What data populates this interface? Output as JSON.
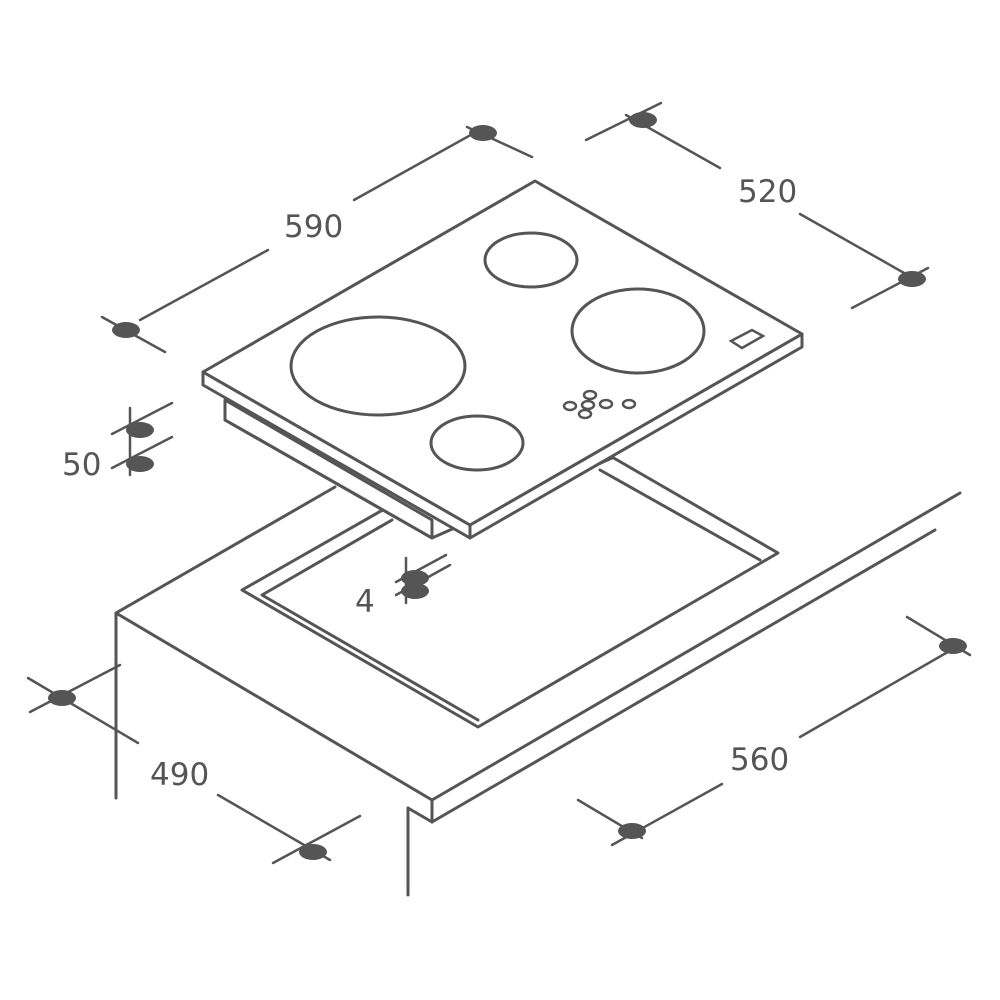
{
  "dimensions": {
    "hob_width": "590",
    "hob_depth": "520",
    "hob_height": "50",
    "glass_thickness": "4",
    "cutout_depth": "490",
    "cutout_width": "560"
  },
  "colors": {
    "line": "#555555",
    "background": "#ffffff"
  }
}
